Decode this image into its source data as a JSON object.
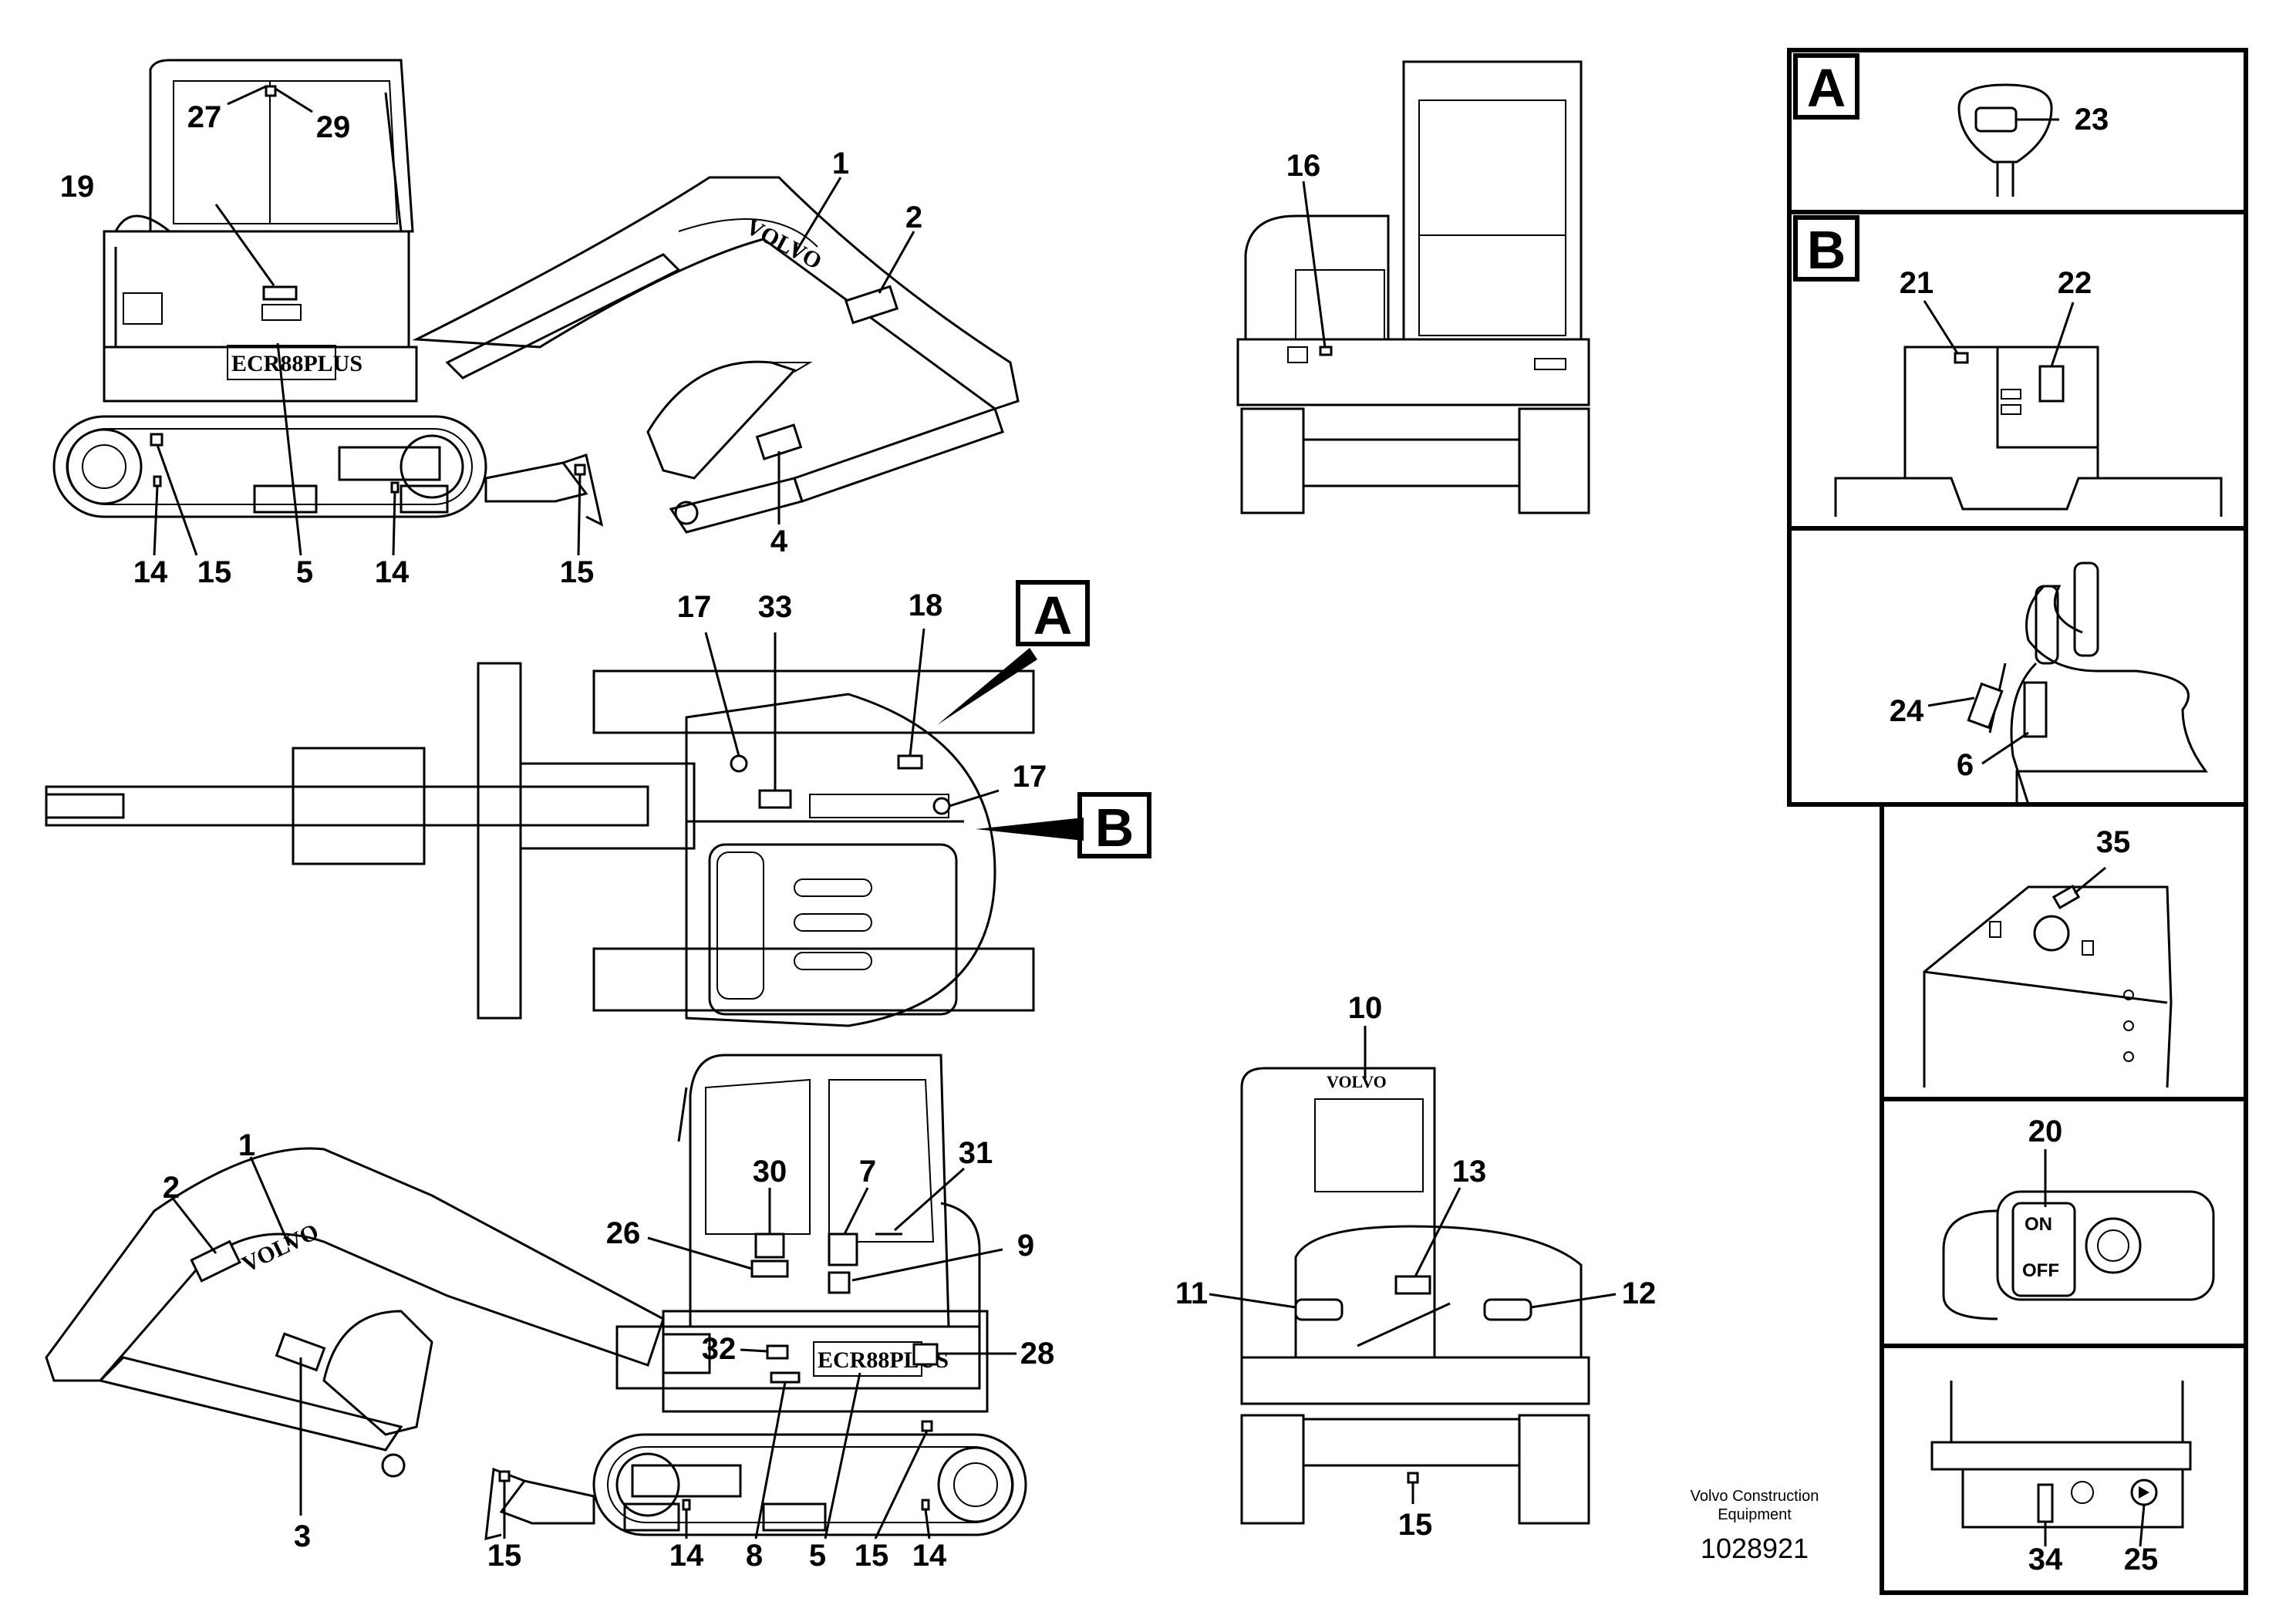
{
  "callouts": {
    "n1": "1",
    "n2": "2",
    "n3": "3",
    "n4": "4",
    "n5": "5",
    "n6": "6",
    "n7": "7",
    "n8": "8",
    "n9": "9",
    "n10": "10",
    "n11": "11",
    "n12": "12",
    "n13": "13",
    "n14": "14",
    "n15": "15",
    "n16": "16",
    "n17": "17",
    "n18": "18",
    "n19": "19",
    "n20": "20",
    "n21": "21",
    "n22": "22",
    "n23": "23",
    "n24": "24",
    "n25": "25",
    "n26": "26",
    "n27": "27",
    "n28": "28",
    "n29": "29",
    "n30": "30",
    "n31": "31",
    "n32": "32",
    "n33": "33",
    "n34": "34",
    "n35": "35"
  },
  "references": {
    "a": "A",
    "b": "B"
  },
  "decal_text": {
    "brand": "VOLVO",
    "model": "ECR88PLUS",
    "on": "ON",
    "off": "OFF"
  },
  "footer": {
    "credit_line1": "Volvo Construction",
    "credit_line2": "Equipment",
    "doc_number": "1028921"
  }
}
